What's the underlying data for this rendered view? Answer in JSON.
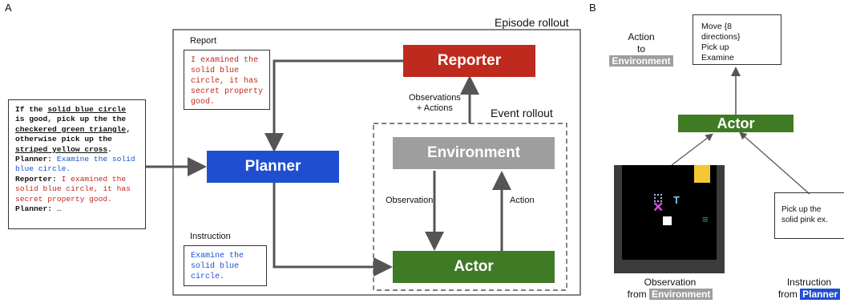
{
  "panels": {
    "a": "A",
    "b": "B"
  },
  "colors": {
    "reporter": "#bf2a1e",
    "planner": "#1f4fd0",
    "actor": "#3f7a24",
    "environment": "#9e9e9e",
    "arrow": "#555555"
  },
  "panel_a": {
    "episode_label": "Episode rollout",
    "event_label": "Event rollout",
    "report_label": "Report",
    "report_text": "I examined the solid blue circle, it has secret property good.",
    "instruction_label": "Instruction",
    "instruction_text": "Examine the solid blue circle.",
    "reporter": "Reporter",
    "planner": "Planner",
    "environment": "Environment",
    "actor": "Actor",
    "obs_actions": "Observations\n+ Actions",
    "observation": "Observation",
    "action": "Action",
    "prompt": {
      "t1": "If the ",
      "u1": "solid blue circle",
      "t2": " is good, pick up the the ",
      "u2": "checkered green triangle",
      "t3": ", otherwise pick up the ",
      "u3": "striped yellow cross",
      "t4": ".",
      "planner_label": "Planner:",
      "planner_text": " Examine the solid blue circle.",
      "reporter_label": "Reporter:",
      "reporter_text": " I examined the solid blue circle, it has secret property good.",
      "planner_label2": "Planner:",
      "ellipsis": " …"
    }
  },
  "panel_b": {
    "action_label": "Action",
    "to": "to",
    "environment_tag": "Environment",
    "actions_list": [
      "Move {8 directions}",
      "Pick up",
      "Examine"
    ],
    "actor": "Actor",
    "instruction_text": "Pick up the solid pink ex.",
    "observation_label": "Observation",
    "from": "from",
    "instruction_label": "Instruction",
    "from2": "from",
    "planner_tag": "Planner"
  }
}
